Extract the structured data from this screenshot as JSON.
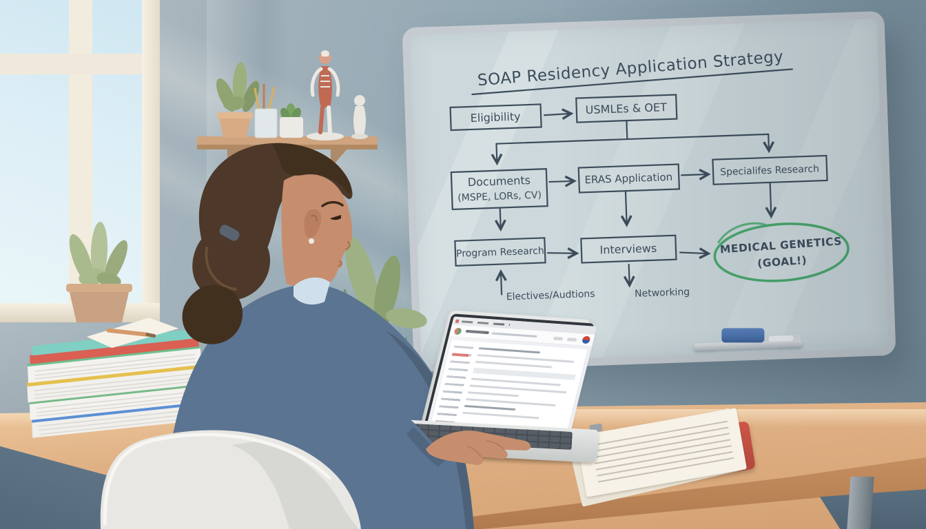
{
  "whiteboard": {
    "title": "SOAP Residency Application Strategy",
    "nodes": {
      "eligibility": "Eligibility",
      "usmles_oet": "USMLEs & OET",
      "documents_1": "Documents",
      "documents_2": "(MSPE, LORs, CV)",
      "eras": "ERAS Application",
      "specialties": "Specialifes Research",
      "program": "Program Research",
      "interviews": "Interviews",
      "goal_1": "MEDICAL GENETICS",
      "goal_2": "(GOAL!)",
      "electives": "Electives/Audtions",
      "networking": "Networking"
    }
  },
  "colors": {
    "marker-ink": "#3c4c5b",
    "goal-green": "#4aa96d",
    "board-face": "#ccd8db",
    "board-frame": "#c5cbd0",
    "eraser-blue": "#4a72b0",
    "folder-red": "#cc5648",
    "wall": "#93a8b3",
    "desk": "#dfb084",
    "cardigan-blue": "#5b7491",
    "hair-brown": "#4d3829",
    "skin": "#c68e6e"
  }
}
